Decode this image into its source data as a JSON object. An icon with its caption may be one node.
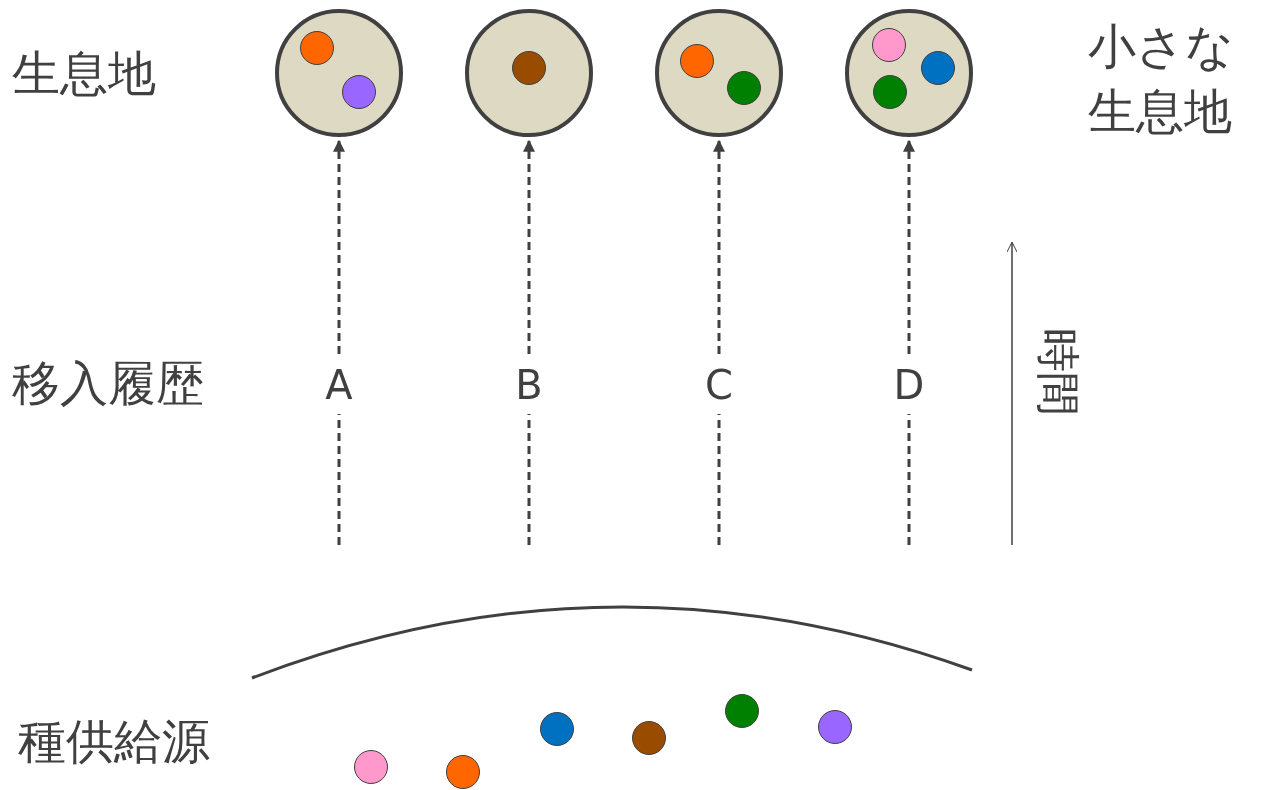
{
  "diagram": {
    "nodes": [
      {
        "text": [],
        "shape": "circle"
      },
      {
        "text": [],
        "shape": "circle",
        "in": 0
      },
      {
        "text": [],
        "shape": "circle",
        "in": 0
      },
      {
        "text": [],
        "shape": "circle"
      },
      {
        "text": [],
        "shape": "circle",
        "in": 3
      },
      {
        "text": [],
        "shape": "circle"
      },
      {
        "text": [],
        "shape": "circle",
        "in": 5
      },
      {
        "text": [],
        "shape": "circle",
        "in": 5
      },
      {
        "text": [],
        "shape": "circle"
      },
      {
        "text": [],
        "shape": "circle",
        "in": 8
      },
      {
        "text": [],
        "shape": "circle",
        "in": 8
      },
      {
        "text": [],
        "shape": "circle",
        "in": 8
      },
      {
        "text": [
          "A"
        ]
      },
      {
        "text": [
          "B"
        ]
      },
      {
        "text": [
          "C"
        ]
      },
      {
        "text": [
          "D"
        ]
      },
      {
        "text": [],
        "shape": "circle"
      },
      {
        "text": [],
        "shape": "circle"
      },
      {
        "text": [],
        "shape": "circle"
      },
      {
        "text": [],
        "shape": "circle"
      },
      {
        "text": [],
        "shape": "circle"
      },
      {
        "text": [],
        "shape": "circle"
      }
    ],
    "edges": [
      {
        "from": null,
        "to": 12,
        "arrow": "none",
        "style": "dashed"
      },
      {
        "from": 12,
        "to": 0,
        "arrow": "to",
        "style": "dashed"
      },
      {
        "from": null,
        "to": 13,
        "arrow": "none",
        "style": "dashed"
      },
      {
        "from": 13,
        "to": 3,
        "arrow": "to",
        "style": "dashed"
      },
      {
        "from": null,
        "to": 14,
        "arrow": "none",
        "style": "dashed"
      },
      {
        "from": 14,
        "to": 5,
        "arrow": "to",
        "style": "dashed"
      },
      {
        "from": null,
        "to": 15,
        "arrow": "none",
        "style": "dashed"
      },
      {
        "from": 15,
        "to": 8,
        "arrow": "to",
        "style": "dashed"
      }
    ],
    "labels": [
      "生息地",
      "小さな生息地",
      "移入履歴",
      "時間",
      "種供給源"
    ]
  }
}
